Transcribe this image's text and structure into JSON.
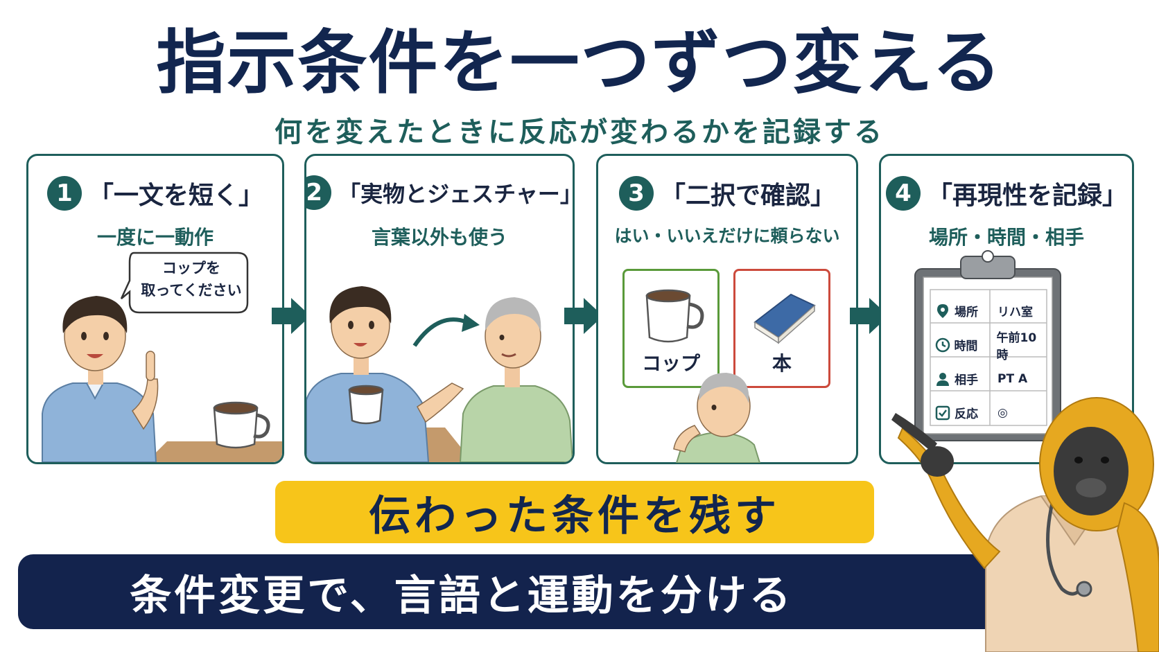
{
  "title": "指示条件を一つずつ変える",
  "subtitle": "何を変えたときに反応が変わるかを記録する",
  "cards": [
    {
      "num": "1",
      "title": "「一文を短く」",
      "subtitle": "一度に一動作",
      "bubble_line1": "コップを",
      "bubble_line2": "取ってください"
    },
    {
      "num": "2",
      "title": "「実物とジェスチャー」",
      "subtitle": "言葉以外も使う"
    },
    {
      "num": "3",
      "title": "「二択で確認」",
      "subtitle": "はい・いいえだけに頼らない",
      "choice_a": "コップ",
      "choice_b": "本"
    },
    {
      "num": "4",
      "title": "「再現性を記録」",
      "subtitle": "場所・時間・相手",
      "rows": [
        {
          "icon": "location-pin-icon",
          "key": "場所",
          "value": "リハ室"
        },
        {
          "icon": "clock-icon",
          "key": "時間",
          "value": "午前10時"
        },
        {
          "icon": "person-icon",
          "key": "相手",
          "value": "PT A"
        },
        {
          "icon": "checkbox-icon",
          "key": "反応",
          "value": "◎"
        }
      ]
    }
  ],
  "highlight": "伝わった条件を残す",
  "conclusion": "条件変更で、言語と運動を分ける",
  "colors": {
    "navy": "#13234d",
    "teal": "#1e5e5b",
    "yellow": "#f7c51a",
    "green": "#5a9a3a",
    "red": "#cc4a3c"
  }
}
